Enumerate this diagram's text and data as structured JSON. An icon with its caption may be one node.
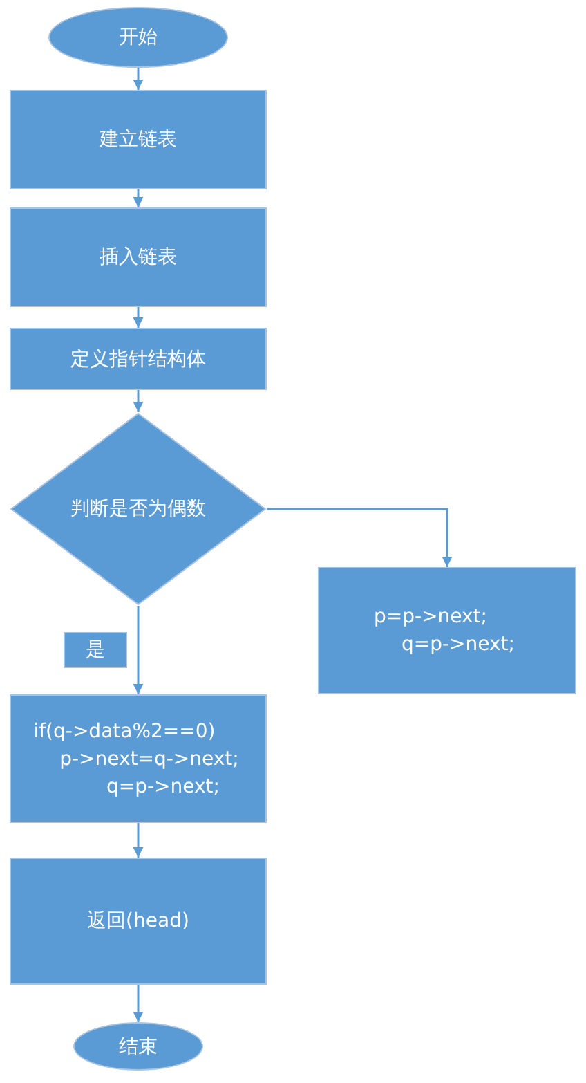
{
  "diagram": {
    "nodes": [
      {
        "text": [
          "开始"
        ]
      },
      {
        "text": [
          "建立链表"
        ]
      },
      {
        "text": [
          "插入链表"
        ]
      },
      {
        "text": [
          "定义指针结构体"
        ]
      },
      {
        "text": [
          "判断是否为偶数"
        ]
      },
      {
        "text": [
          "p=p->next;",
          "q=p->next;"
        ]
      },
      {
        "text": [
          "if(q->data%2==0)",
          "p->next=q->next;",
          "q=p->next;"
        ]
      },
      {
        "text": [
          "返回(head)"
        ]
      },
      {
        "text": [
          "结束"
        ]
      }
    ],
    "edges": [
      {
        "from": 0,
        "to": 1,
        "arrow": "to"
      },
      {
        "from": 1,
        "to": 2,
        "arrow": "to"
      },
      {
        "from": 2,
        "to": 3,
        "arrow": "to"
      },
      {
        "from": 3,
        "to": 4,
        "arrow": "to"
      },
      {
        "from": 4,
        "to": 5,
        "arrow": "to"
      },
      {
        "from": 4,
        "to": 6,
        "arrow": "to",
        "label": "是"
      },
      {
        "from": 6,
        "to": 7,
        "arrow": "to"
      },
      {
        "from": 7,
        "to": 8,
        "arrow": "to"
      }
    ]
  }
}
